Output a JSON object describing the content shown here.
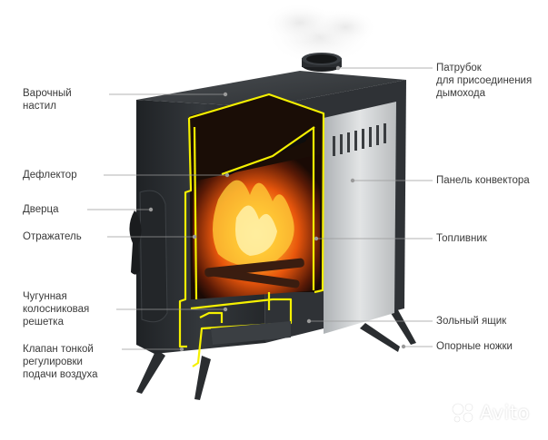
{
  "colors": {
    "body_dark": "#2c2f32",
    "body_top": "#3b3f43",
    "panel_steel": "#c9ccce",
    "highlight": "#f5f000",
    "fire": "#ff7a10",
    "leader": "#9a9a9a",
    "label": "#3a3a3a"
  },
  "labels": {
    "cooking_surface": "Варочный\nнастил",
    "deflector": "Дефлектор",
    "door": "Дверца",
    "reflector": "Отражатель",
    "grate": "Чугунная\nколосниковая\nрешетка",
    "air_valve": "Клапан тонкой\nрегулировки\nподачи воздуха",
    "chimney_pipe": "Патрубок\nдля присоединения\nдымохода",
    "convector_panel": "Панель конвектора",
    "firebox": "Топливник",
    "ash_box": "Зольный ящик",
    "legs": "Опорные ножки"
  },
  "watermark": {
    "text": "Avito",
    "icon": "avito-dots-icon"
  }
}
